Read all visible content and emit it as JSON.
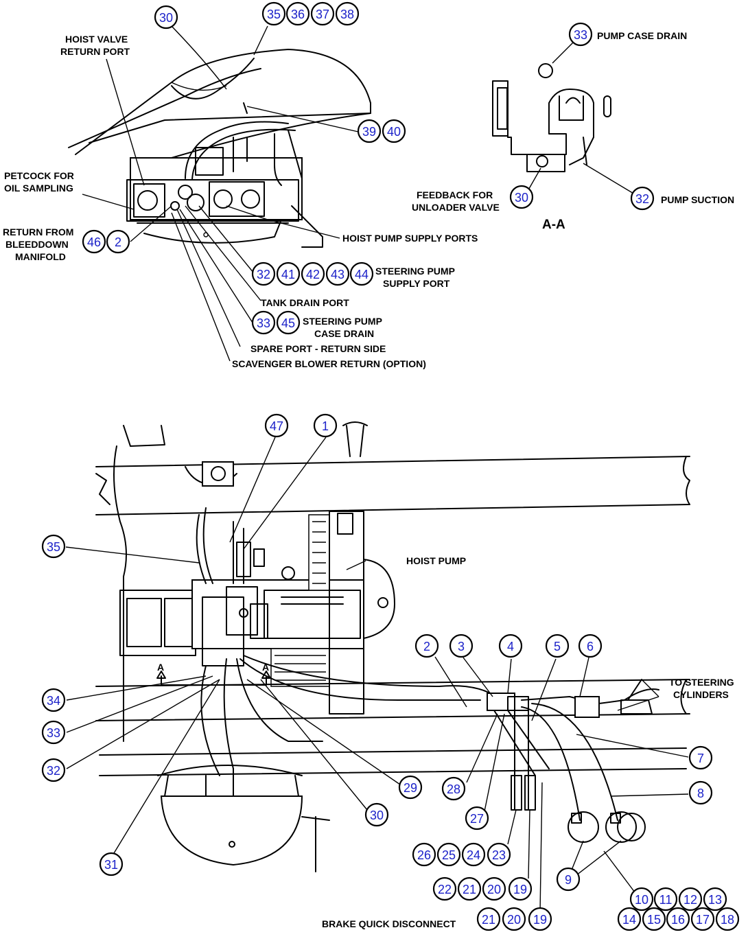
{
  "callouts": [
    {
      "n": "30"
    },
    {
      "n": "35"
    },
    {
      "n": "36"
    },
    {
      "n": "37"
    },
    {
      "n": "38"
    },
    {
      "n": "39"
    },
    {
      "n": "40"
    },
    {
      "n": "46"
    },
    {
      "n": "2"
    },
    {
      "n": "32"
    },
    {
      "n": "41"
    },
    {
      "n": "42"
    },
    {
      "n": "43"
    },
    {
      "n": "44"
    },
    {
      "n": "33"
    },
    {
      "n": "45"
    },
    {
      "n": "33"
    },
    {
      "n": "30"
    },
    {
      "n": "32"
    },
    {
      "n": "47"
    },
    {
      "n": "1"
    },
    {
      "n": "35"
    },
    {
      "n": "2"
    },
    {
      "n": "3"
    },
    {
      "n": "4"
    },
    {
      "n": "5"
    },
    {
      "n": "6"
    },
    {
      "n": "7"
    },
    {
      "n": "8"
    },
    {
      "n": "34"
    },
    {
      "n": "33"
    },
    {
      "n": "32"
    },
    {
      "n": "29"
    },
    {
      "n": "28"
    },
    {
      "n": "30"
    },
    {
      "n": "27"
    },
    {
      "n": "26"
    },
    {
      "n": "25"
    },
    {
      "n": "24"
    },
    {
      "n": "23"
    },
    {
      "n": "22"
    },
    {
      "n": "21"
    },
    {
      "n": "20"
    },
    {
      "n": "19"
    },
    {
      "n": "31"
    },
    {
      "n": "9"
    },
    {
      "n": "10"
    },
    {
      "n": "11"
    },
    {
      "n": "12"
    },
    {
      "n": "13"
    },
    {
      "n": "14"
    },
    {
      "n": "15"
    },
    {
      "n": "16"
    },
    {
      "n": "17"
    },
    {
      "n": "18"
    },
    {
      "n": "21"
    },
    {
      "n": "20"
    },
    {
      "n": "19"
    }
  ],
  "labels": {
    "hoist_valve_1": "HOIST VALVE",
    "hoist_valve_2": "RETURN PORT",
    "petcock_1": "PETCOCK FOR",
    "petcock_2": "OIL SAMPLING",
    "return_1": "RETURN FROM",
    "return_2": "BLEEDDOWN",
    "return_3": "MANIFOLD",
    "hoist_pump_supply": "HOIST PUMP SUPPLY PORTS",
    "steering_supply_1": "STEERING PUMP",
    "steering_supply_2": "SUPPLY PORT",
    "tank_drain": "TANK DRAIN PORT",
    "steering_case_1": "STEERING PUMP",
    "steering_case_2": "CASE DRAIN",
    "spare_port": "SPARE PORT - RETURN SIDE",
    "scavenger": "SCAVENGER BLOWER RETURN (OPTION)",
    "pump_case_drain": "PUMP CASE DRAIN",
    "feedback_1": "FEEDBACK FOR",
    "feedback_2": "UNLOADER VALVE",
    "pump_suction": "PUMP SUCTION",
    "section": "A-A",
    "hoist_pump": "HOIST PUMP",
    "to_steering_1": "TO STEERING",
    "to_steering_2": "CYLINDERS",
    "brake_qd": "BRAKE QUICK DISCONNECT",
    "section_mark_left": "A",
    "section_mark_right": "A"
  },
  "colors": {
    "callout_text": "#1c22c9",
    "line": "#000000",
    "background": "#ffffff"
  }
}
